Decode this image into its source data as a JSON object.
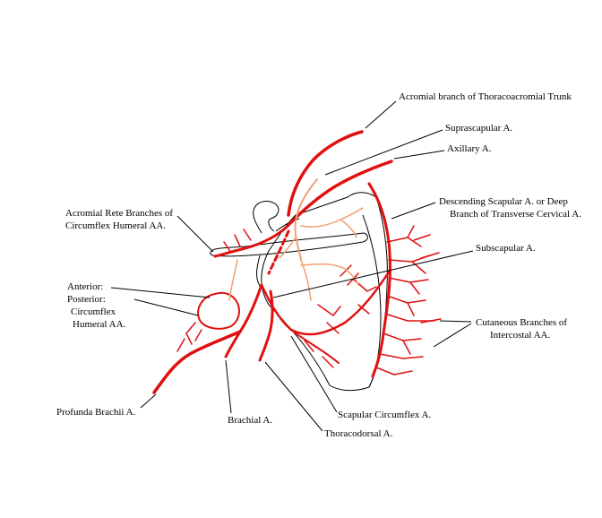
{
  "colors": {
    "artery": "#e01010",
    "supply": "#f0a070",
    "outline": "#000000",
    "background": "#ffffff"
  },
  "labels": {
    "acromial_thoracoacromial": "Acromial branch of Thoracoacromial Trunk",
    "suprascapular": "Suprascapular A.",
    "axillary": "Axillary A.",
    "descending_scapular_1": "Descending Scapular A. or Deep",
    "descending_scapular_2": "Branch of Transverse Cervical A.",
    "acromial_rete_1": "Acromial Rete Branches of",
    "acromial_rete_2": "Circumflex Humeral AA.",
    "subscapular": "Subscapular A.",
    "anterior": "Anterior:",
    "posterior": "Posterior:",
    "circumflex": "Circumflex",
    "humeral": "Humeral AA.",
    "cutaneous_1": "Cutaneous Branches of",
    "cutaneous_2": "Intercostal AA.",
    "profunda": "Profunda Brachii A.",
    "brachial": "Brachial A.",
    "scapular_circumflex": "Scapular Circumflex A.",
    "thoracodorsal": "Thoracodorsal A."
  }
}
